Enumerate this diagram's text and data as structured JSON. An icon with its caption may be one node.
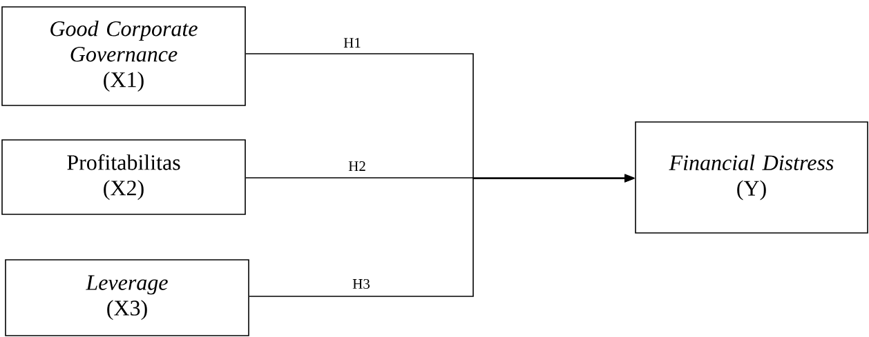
{
  "diagram": {
    "nodes": [
      {
        "text": [
          "Good Corporate Governance",
          "(X1)"
        ]
      },
      {
        "text": [
          "Profitabilitas",
          "(X2)"
        ]
      },
      {
        "text": [
          "Leverage",
          "(X3)"
        ]
      },
      {
        "text": [
          "Financial Distress",
          "(Y)"
        ]
      }
    ],
    "edges": [
      {
        "from": 0,
        "to": 3,
        "arrow": "to",
        "label": "H1"
      },
      {
        "from": 1,
        "to": 3,
        "arrow": "to",
        "label": "H2"
      },
      {
        "from": 2,
        "to": 3,
        "arrow": "to",
        "label": "H3"
      }
    ]
  }
}
